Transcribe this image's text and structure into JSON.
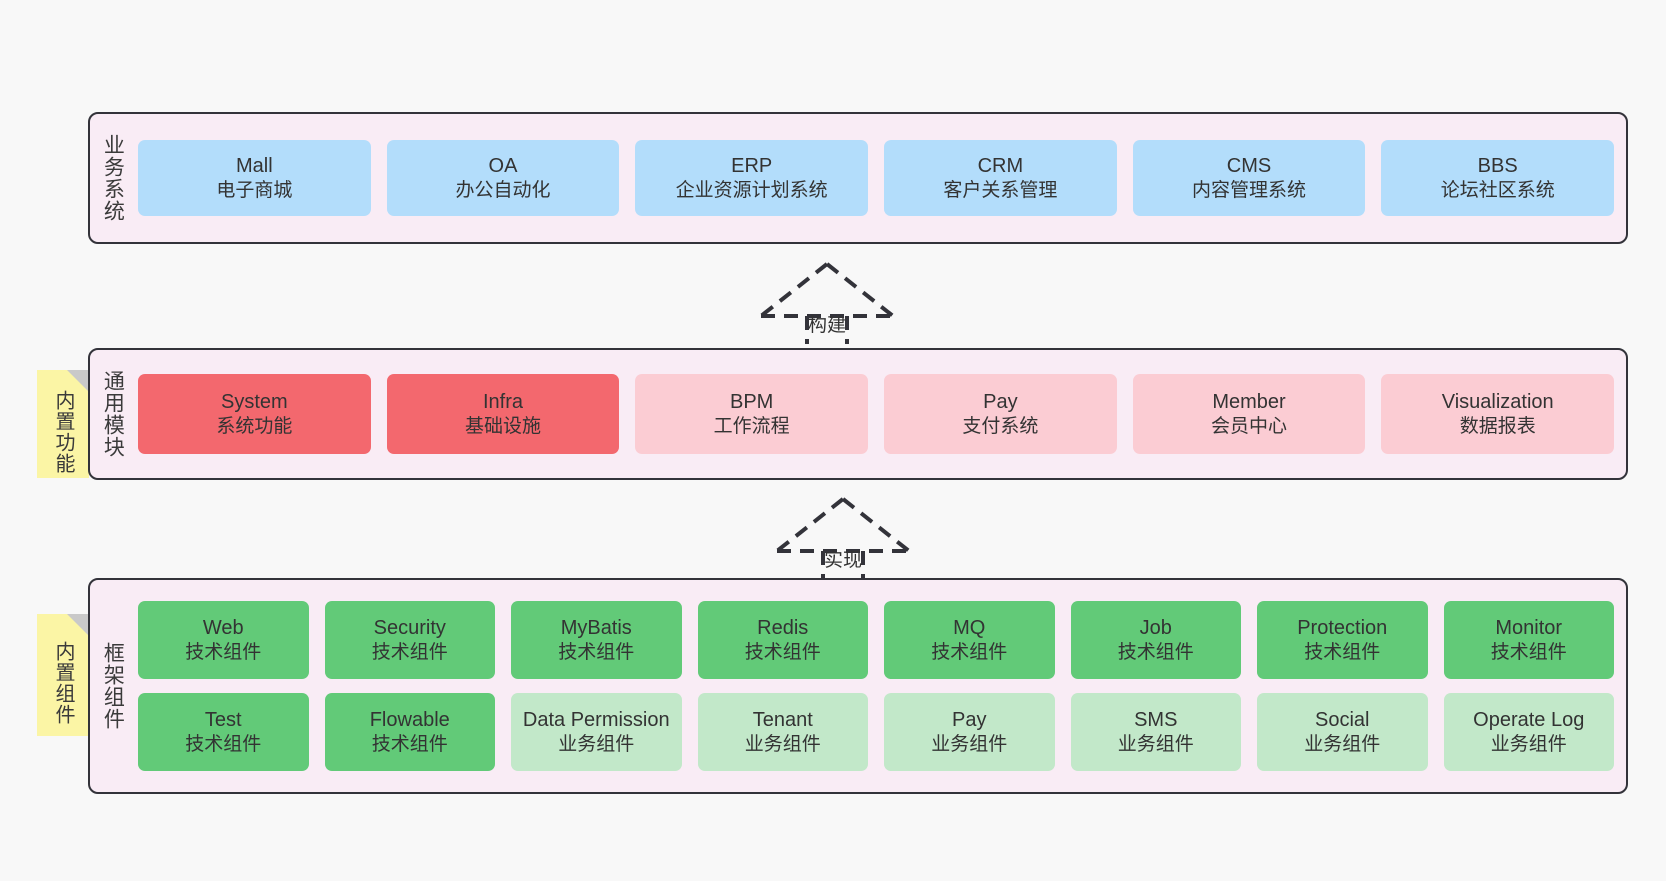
{
  "diagram": {
    "background_color": "#f8f8f8",
    "container_fill": "#f9ecf5",
    "container_border": "#33333a"
  },
  "layers": [
    {
      "id": "business-systems",
      "title": "业务系统",
      "note": null,
      "card_color": "#b3ddfb",
      "rows": [
        [
          {
            "en": "Mall",
            "cn": "电子商城",
            "style": "blue"
          },
          {
            "en": "OA",
            "cn": "办公自动化",
            "style": "blue"
          },
          {
            "en": "ERP",
            "cn": "企业资源计划系统",
            "style": "blue"
          },
          {
            "en": "CRM",
            "cn": "客户关系管理",
            "style": "blue"
          },
          {
            "en": "CMS",
            "cn": "内容管理系统",
            "style": "blue"
          },
          {
            "en": "BBS",
            "cn": "论坛社区系统",
            "style": "blue"
          }
        ]
      ]
    },
    {
      "id": "common-modules",
      "title": "通用模块",
      "note": "内置功能",
      "rows": [
        [
          {
            "en": "System",
            "cn": "系统功能",
            "style": "red"
          },
          {
            "en": "Infra",
            "cn": "基础设施",
            "style": "red"
          },
          {
            "en": "BPM",
            "cn": "工作流程",
            "style": "pink"
          },
          {
            "en": "Pay",
            "cn": "支付系统",
            "style": "pink"
          },
          {
            "en": "Member",
            "cn": "会员中心",
            "style": "pink"
          },
          {
            "en": "Visualization",
            "cn": "数据报表",
            "style": "pink"
          }
        ]
      ]
    },
    {
      "id": "framework-components",
      "title": "框架组件",
      "note": "内置组件",
      "rows": [
        [
          {
            "en": "Web",
            "cn": "技术组件",
            "style": "green"
          },
          {
            "en": "Security",
            "cn": "技术组件",
            "style": "green"
          },
          {
            "en": "MyBatis",
            "cn": "技术组件",
            "style": "green"
          },
          {
            "en": "Redis",
            "cn": "技术组件",
            "style": "green"
          },
          {
            "en": "MQ",
            "cn": "技术组件",
            "style": "green"
          },
          {
            "en": "Job",
            "cn": "技术组件",
            "style": "green"
          },
          {
            "en": "Protection",
            "cn": "技术组件",
            "style": "green"
          },
          {
            "en": "Monitor",
            "cn": "技术组件",
            "style": "green"
          }
        ],
        [
          {
            "en": "Test",
            "cn": "技术组件",
            "style": "green"
          },
          {
            "en": "Flowable",
            "cn": "技术组件",
            "style": "green"
          },
          {
            "en": "Data Permission",
            "cn": "业务组件",
            "style": "mintgreen"
          },
          {
            "en": "Tenant",
            "cn": "业务组件",
            "style": "mintgreen"
          },
          {
            "en": "Pay",
            "cn": "业务组件",
            "style": "mintgreen"
          },
          {
            "en": "SMS",
            "cn": "业务组件",
            "style": "mintgreen"
          },
          {
            "en": "Social",
            "cn": "业务组件",
            "style": "mintgreen"
          },
          {
            "en": "Operate Log",
            "cn": "业务组件",
            "style": "mintgreen"
          }
        ]
      ]
    }
  ],
  "connectors": [
    {
      "id": "build-connector",
      "label": "构建",
      "from": "common-modules",
      "to": "business-systems",
      "style": "dashed-hollow-triangle"
    },
    {
      "id": "implement-connector",
      "label": "实现",
      "from": "framework-components",
      "to": "common-modules",
      "style": "dashed-hollow-triangle"
    }
  ],
  "notes": {
    "builtin_function": "内置功能",
    "builtin_component": "内置组件"
  }
}
